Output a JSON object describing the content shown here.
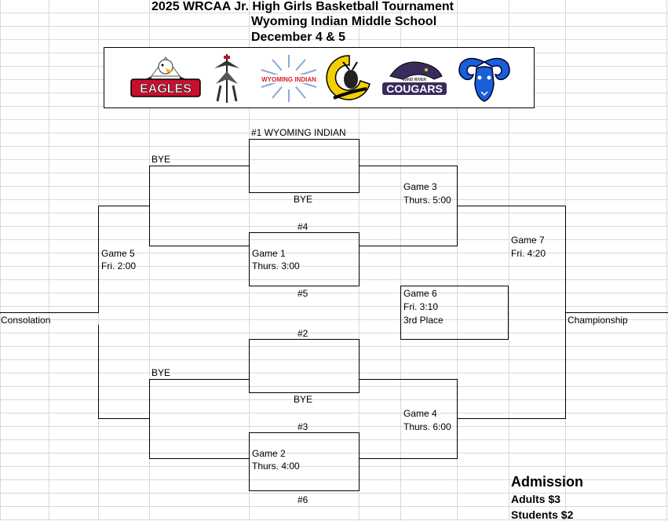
{
  "title": {
    "line1": "2025 WRCAA Jr. High Girls Basketball Tournament",
    "line2": "Wyoming Indian Middle School",
    "line3": "December 4 & 5"
  },
  "logos": {
    "eagles": "EAGLES",
    "wyoming_indian": "WYOMING INDIAN",
    "cougars_small": "WIND RIVER",
    "cougars": "COUGARS"
  },
  "bracket": {
    "seed1": "#1 WYOMING INDIAN",
    "bye_top_left": "BYE",
    "bye_top": "BYE",
    "seed4": "#4",
    "seed5": "#5",
    "seed2": "#2",
    "bye_bottom_left": "BYE",
    "bye_bottom": "BYE",
    "seed3": "#3",
    "seed6": "#6",
    "game1": {
      "name": "Game 1",
      "time": "Thurs. 3:00"
    },
    "game2": {
      "name": "Game 2",
      "time": "Thurs. 4:00"
    },
    "game3": {
      "name": "Game 3",
      "time": "Thurs. 5:00"
    },
    "game4": {
      "name": "Game 4",
      "time": "Thurs. 6:00"
    },
    "game5": {
      "name": "Game 5",
      "time": "Fri. 2:00"
    },
    "game6": {
      "name": "Game 6",
      "time": "Fri. 3:10",
      "label": "3rd Place"
    },
    "game7": {
      "name": "Game 7",
      "time": "Fri. 4:20"
    },
    "consolation": "Consolation",
    "championship": "Championship"
  },
  "admission": {
    "heading": "Admission",
    "adults": "Adults $3",
    "students": "Students $2"
  },
  "colors": {
    "gridline": "#d9d9d9",
    "eagles_red": "#c8102e",
    "wyoming_red": "#d8232a",
    "ram_blue": "#1a5ed8",
    "cougar_purple": "#3b2a5c",
    "yellow": "#f5d000"
  }
}
